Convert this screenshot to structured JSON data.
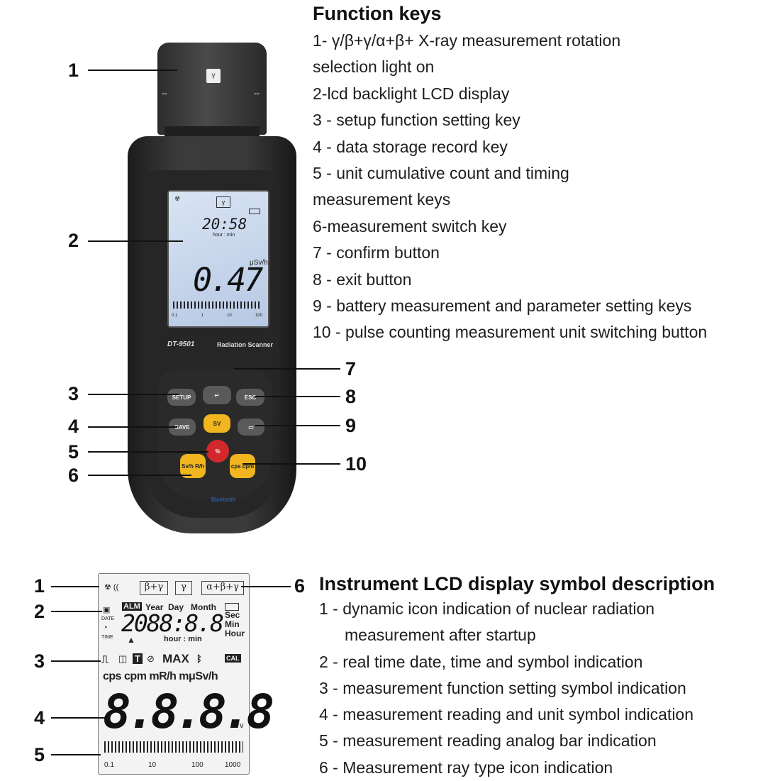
{
  "function_keys": {
    "title": "Function keys",
    "lines": [
      "1- γ/β+γ/α+β+ X-ray measurement rotation",
      "selection light on",
      "2-lcd backlight LCD display",
      "3 - setup function setting key",
      "4 - data storage record key",
      "5 - unit cumulative count and timing",
      "measurement keys",
      "6-measurement switch key",
      "7 - confirm button",
      "8 - exit button",
      "9 - battery measurement and parameter setting keys",
      "10 - pulse counting measurement unit switching button"
    ]
  },
  "lcd_symbols": {
    "title": "Instrument LCD display symbol description",
    "lines": [
      "1 - dynamic icon indication of nuclear radiation",
      "measurement after startup",
      "2 - real time date, time and symbol indication",
      "3 - measurement function setting symbol indication",
      "4 - measurement reading and unit symbol indication",
      "5 - measurement reading analog bar indication",
      "6 - Measurement ray type icon indication"
    ]
  },
  "device_callouts": [
    "1",
    "2",
    "3",
    "4",
    "5",
    "6",
    "7",
    "8",
    "9",
    "10"
  ],
  "lcd_callouts": [
    "1",
    "2",
    "3",
    "4",
    "5",
    "6"
  ],
  "device": {
    "mode_tag": "γ",
    "time": "20:58",
    "time_unit": "hour : min",
    "unit": "μSv/h",
    "value": "0.47",
    "scale": [
      "0.1",
      "1",
      "10",
      "100"
    ],
    "model": "DT-9501",
    "name": "Radiation Scanner",
    "bluetooth": "Bluetooth",
    "keys": {
      "setup": "SETUP",
      "confirm": "↵",
      "exit": "ESC",
      "save": "SAVE",
      "sv": "SV",
      "battery": "▭",
      "red": "%",
      "svh": "Sv/h R/h",
      "cps": "cps cpm"
    }
  },
  "lcd2": {
    "ray_tags": [
      "β+γ",
      "γ",
      "α+β+γ"
    ],
    "alm": "ALM",
    "year": "Year",
    "day": "Day",
    "month": "Month",
    "date": "DATE",
    "time_lbl": "TIME",
    "digits": "2088:8.8",
    "sec": "Sec",
    "min": "Min",
    "hour": "Hour",
    "hour_min": "hour : min",
    "t": "T",
    "max": "MAX",
    "cal": "CAL",
    "units": "cps cpm mR/h mμSv/h",
    "big": "8.8.8.8",
    "v": "v",
    "scale": [
      "0.1",
      "10",
      "100",
      "1000"
    ]
  },
  "colors": {
    "accent_yellow": "#f0b51f",
    "red_key": "#d3282b",
    "lcd_blue": "#c4d4ec"
  }
}
